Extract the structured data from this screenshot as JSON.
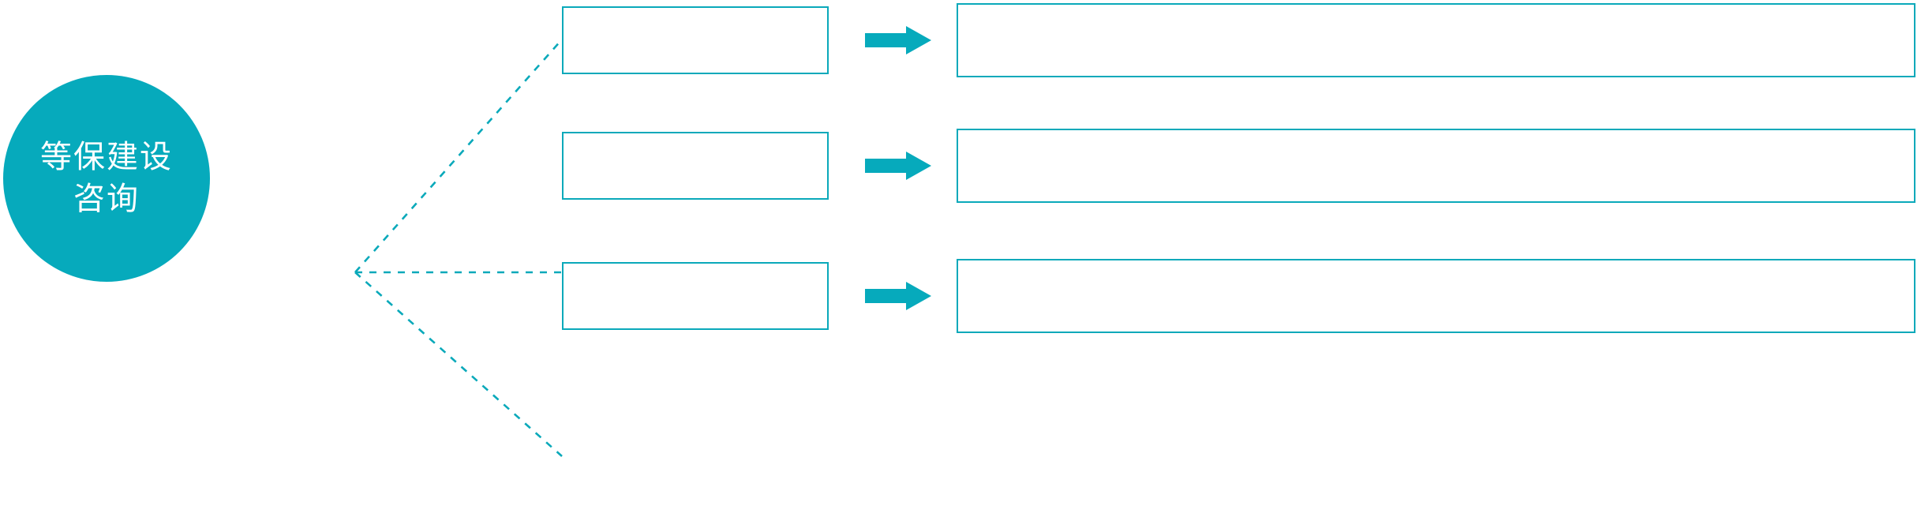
{
  "diagram": {
    "type": "hub-and-spoke-process",
    "background_color": "#ffffff",
    "accent_color": "#06aabc",
    "border_color": "#0aa9ba",
    "hub": {
      "shape": "circle",
      "fill_color": "#06aabc",
      "text_color": "#ffffff",
      "lines": [
        "等保建设",
        "咨询"
      ]
    },
    "connector": {
      "style": "dotted",
      "color": "#0aa9ba",
      "branch_count": 3
    },
    "rows": [
      {
        "id": "row-1",
        "stage_label": "",
        "arrow_icon": "right-arrow-icon",
        "detail_label": ""
      },
      {
        "id": "row-2",
        "stage_label": "",
        "arrow_icon": "right-arrow-icon",
        "detail_label": ""
      },
      {
        "id": "row-3",
        "stage_label": "",
        "arrow_icon": "right-arrow-icon",
        "detail_label": ""
      }
    ]
  }
}
